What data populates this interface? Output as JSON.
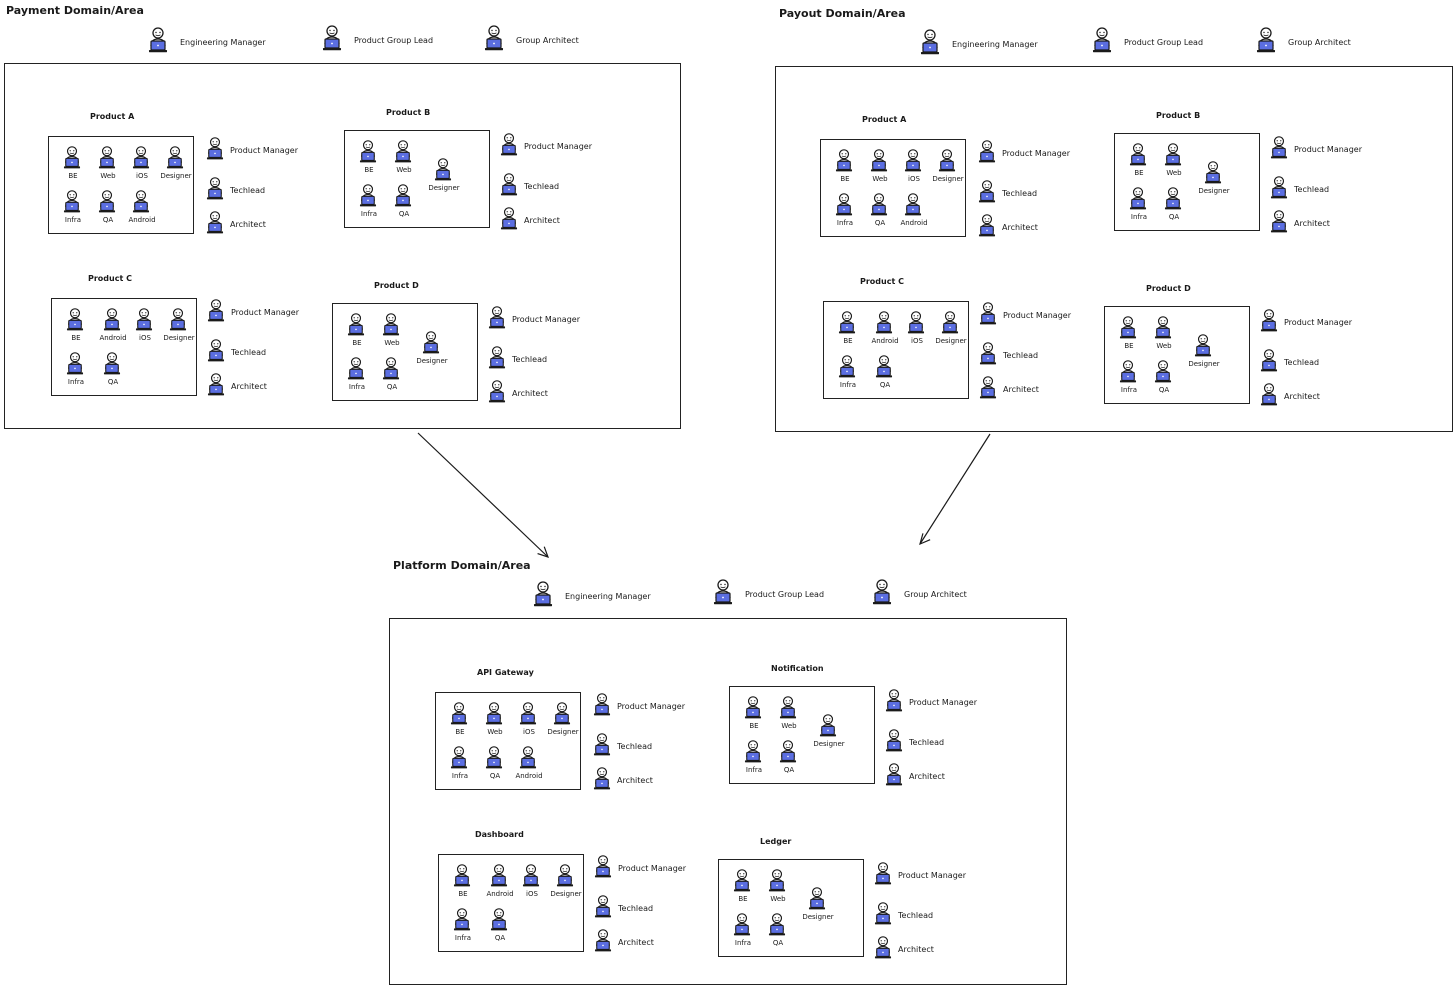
{
  "icon": "person-at-laptop-icon",
  "colors": {
    "laptop": "#5b6ee1",
    "stroke": "#1a1a1a"
  },
  "domains": [
    {
      "title": "Payment Domain/Area",
      "leaders": [
        "Engineering Manager",
        "Product Group Lead",
        "Group Architect"
      ],
      "products": [
        {
          "name": "Product A",
          "variant": "full",
          "roles": [
            "Product Manager",
            "Techlead",
            "Architect"
          ]
        },
        {
          "name": "Product B",
          "variant": "small",
          "roles": [
            "Product Manager",
            "Techlead",
            "Architect"
          ]
        },
        {
          "name": "Product C",
          "variant": "mobile",
          "roles": [
            "Product Manager",
            "Techlead",
            "Architect"
          ]
        },
        {
          "name": "Product D",
          "variant": "small",
          "roles": [
            "Product Manager",
            "Techlead",
            "Architect"
          ]
        }
      ]
    },
    {
      "title": "Payout Domain/Area",
      "leaders": [
        "Engineering Manager",
        "Product Group Lead",
        "Group Architect"
      ],
      "products": [
        {
          "name": "Product A",
          "variant": "full",
          "roles": [
            "Product Manager",
            "Techlead",
            "Architect"
          ]
        },
        {
          "name": "Product B",
          "variant": "small",
          "roles": [
            "Product Manager",
            "Techlead",
            "Architect"
          ]
        },
        {
          "name": "Product C",
          "variant": "mobile",
          "roles": [
            "Product Manager",
            "Techlead",
            "Architect"
          ]
        },
        {
          "name": "Product D",
          "variant": "small",
          "roles": [
            "Product Manager",
            "Techlead",
            "Architect"
          ]
        }
      ]
    },
    {
      "title": "Platform Domain/Area",
      "leaders": [
        "Engineering Manager",
        "Product Group Lead",
        "Group Architect"
      ],
      "products": [
        {
          "name": "API Gateway",
          "variant": "full",
          "roles": [
            "Product Manager",
            "Techlead",
            "Architect"
          ]
        },
        {
          "name": "Notification",
          "variant": "small",
          "roles": [
            "Product Manager",
            "Techlead",
            "Architect"
          ]
        },
        {
          "name": "Dashboard",
          "variant": "mobile",
          "roles": [
            "Product Manager",
            "Techlead",
            "Architect"
          ]
        },
        {
          "name": "Ledger",
          "variant": "small",
          "roles": [
            "Product Manager",
            "Techlead",
            "Architect"
          ]
        }
      ]
    }
  ],
  "teams": {
    "full": [
      "BE",
      "Web",
      "iOS",
      "Designer",
      "Infra",
      "QA",
      "Android"
    ],
    "mobile": [
      "BE",
      "Android",
      "iOS",
      "Designer",
      "Infra",
      "QA"
    ],
    "small": [
      "BE",
      "Web",
      "Designer",
      "Infra",
      "QA"
    ]
  }
}
